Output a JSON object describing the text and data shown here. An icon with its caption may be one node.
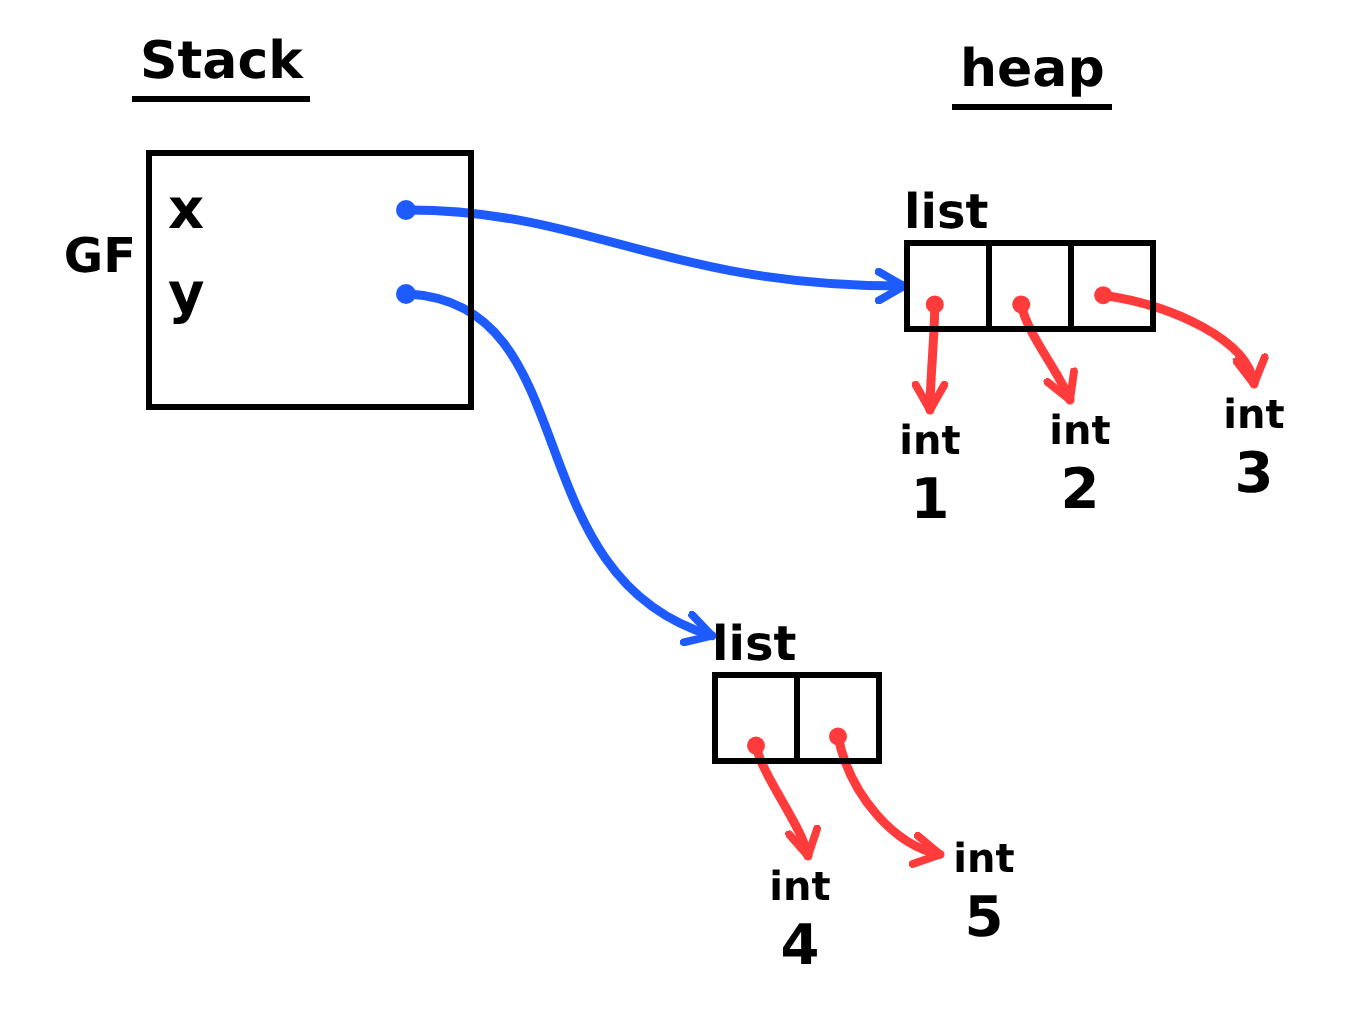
{
  "diagram": {
    "nodes": [
      {
        "text": [],
        "shape": "box",
        "beside": [
          "GF"
        ]
      },
      {
        "text": [
          "x"
        ],
        "in": 0
      },
      {
        "text": [
          "y"
        ],
        "in": 0
      },
      {
        "text": [
          "list"
        ]
      },
      {
        "text": [],
        "shape": "box",
        "in": 3
      },
      {
        "text": [],
        "shape": "box",
        "in": 3
      },
      {
        "text": [],
        "shape": "box",
        "in": 3
      },
      {
        "text": [
          "int",
          "1"
        ]
      },
      {
        "text": [
          "int",
          "2"
        ]
      },
      {
        "text": [
          "int",
          "3"
        ]
      },
      {
        "text": [
          "list"
        ]
      },
      {
        "text": [],
        "shape": "box",
        "in": 10
      },
      {
        "text": [],
        "shape": "box",
        "in": 10
      },
      {
        "text": [
          "int",
          "4"
        ]
      },
      {
        "text": [
          "int",
          "5"
        ]
      }
    ],
    "edges": [
      {
        "from": 1,
        "to": 3,
        "arrow": "to",
        "color": "#1e5bff"
      },
      {
        "from": 2,
        "to": 10,
        "arrow": "to",
        "color": "#1e5bff"
      },
      {
        "from": 4,
        "to": 7,
        "arrow": "to"
      },
      {
        "from": 5,
        "to": 8,
        "arrow": "to"
      },
      {
        "from": 6,
        "to": 9,
        "arrow": "to"
      },
      {
        "from": 11,
        "to": 13,
        "arrow": "to"
      },
      {
        "from": 12,
        "to": 14,
        "arrow": "to"
      }
    ],
    "labels": [
      "Stack",
      "heap"
    ]
  }
}
